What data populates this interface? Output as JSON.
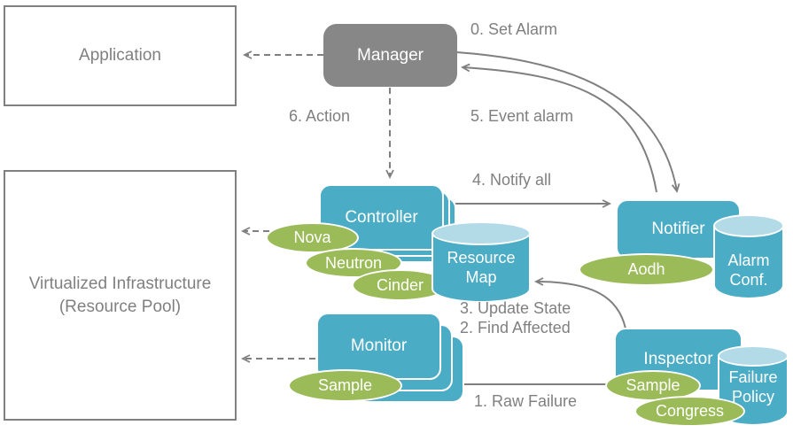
{
  "nodes": {
    "application": {
      "label": "Application"
    },
    "virtualized_infrastructure": {
      "line1": "Virtualized  Infrastructure",
      "line2": "(Resource Pool)"
    },
    "manager": {
      "label": "Manager"
    },
    "controller": {
      "label": "Controller"
    },
    "monitor": {
      "label": "Monitor"
    },
    "notifier": {
      "label": "Notifier"
    },
    "inspector": {
      "label": "Inspector"
    },
    "resource_map": {
      "line1": "Resource",
      "line2": "Map"
    },
    "alarm_conf": {
      "line1": "Alarm",
      "line2": "Conf."
    },
    "failure_policy": {
      "line1": "Failure",
      "line2": "Policy"
    }
  },
  "ellipses": {
    "nova": "Nova",
    "neutron": "Neutron",
    "cinder": "Cinder",
    "monitor_sample": "Sample",
    "aodh": "Aodh",
    "inspector_sample": "Sample",
    "congress": "Congress"
  },
  "steps": {
    "set_alarm": "0. Set Alarm",
    "event_alarm": "5. Event alarm",
    "action": "6. Action",
    "notify_all": "4. Notify all",
    "update_state": "3. Update State",
    "find_affected": "2. Find Affected",
    "raw_failure": "1. Raw Failure"
  },
  "colors": {
    "teal": "#4BACC6",
    "teal_light": "#B2DBE7",
    "green": "#9BBB59",
    "gray": "#878787",
    "line": "#7F7F7F",
    "text": "#808080"
  }
}
